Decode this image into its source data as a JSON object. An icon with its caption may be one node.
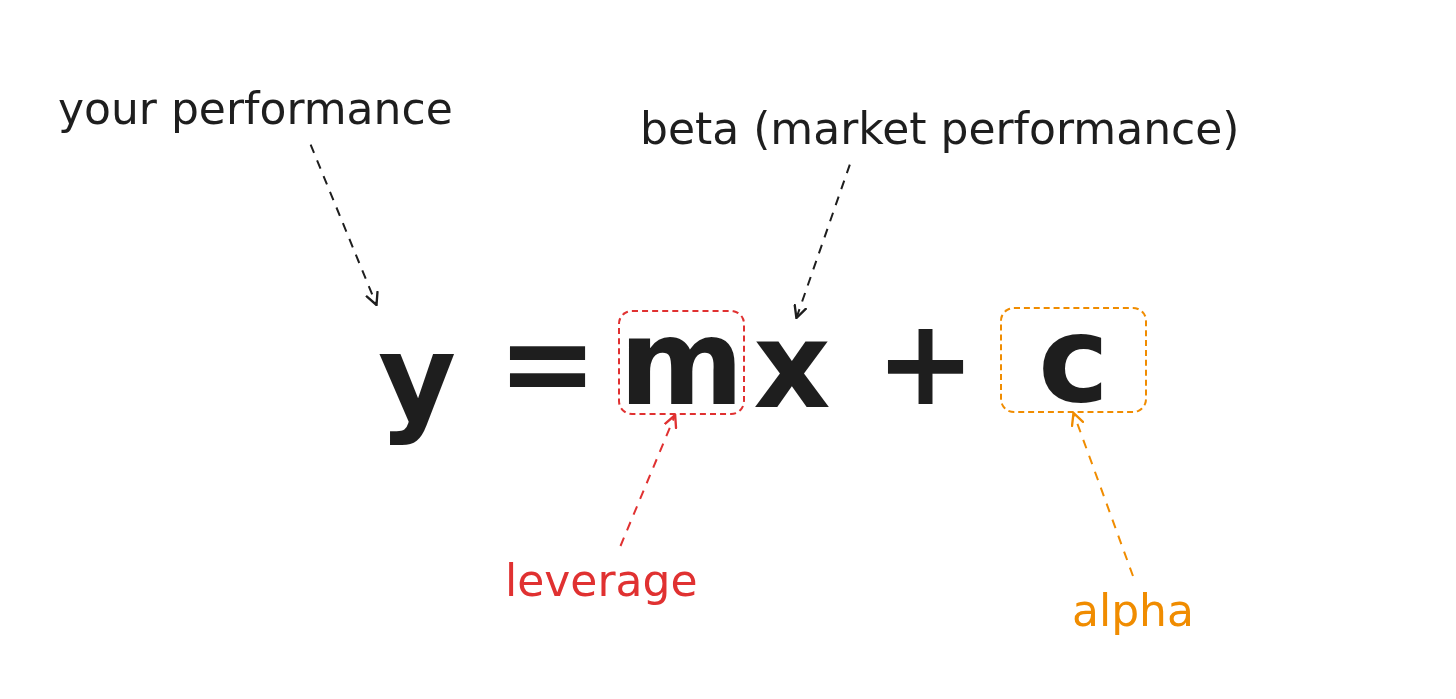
{
  "diagram": {
    "nodes": [
      {
        "text": [
          "your performance"
        ]
      },
      {
        "text": [
          "beta (market performance)"
        ]
      },
      {
        "text": [
          "y"
        ]
      },
      {
        "text": [
          "m"
        ]
      },
      {
        "text": [
          "x"
        ]
      },
      {
        "text": [
          "c"
        ]
      },
      {
        "text": [
          "leverage"
        ]
      },
      {
        "text": [
          "alpha"
        ]
      }
    ],
    "edges": [
      {
        "from": 0,
        "to": 2,
        "arrow": "to",
        "style": "dashed"
      },
      {
        "from": 1,
        "to": 4,
        "arrow": "to",
        "style": "dashed"
      },
      {
        "from": 6,
        "to": 3,
        "arrow": "to",
        "style": "dashed",
        "color": "#e03131"
      },
      {
        "from": 7,
        "to": 5,
        "arrow": "to",
        "style": "dashed",
        "color": "#f08c00"
      }
    ],
    "labels": [
      "=",
      "+"
    ]
  }
}
